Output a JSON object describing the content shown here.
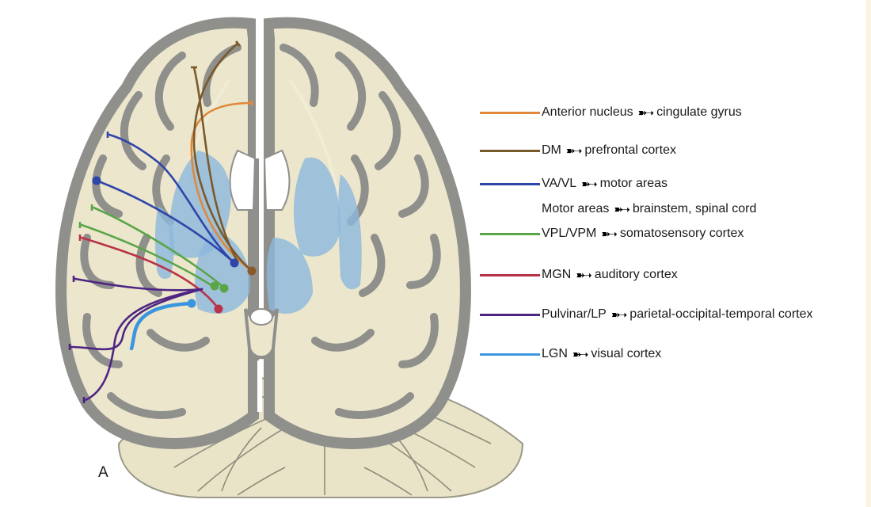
{
  "panel_label": "A",
  "arrow_symbol": "➽➝",
  "legend": [
    {
      "from": "Anterior nucleus",
      "to": "cingulate gyrus",
      "color": "#e0883a"
    },
    {
      "from": "DM",
      "to": "prefrontal cortex",
      "color": "#7a5a2a"
    },
    {
      "from": "VA/VL",
      "to": "motor areas",
      "color": "#2f45a8"
    },
    {
      "from": "Motor areas",
      "to": "brainstem, spinal cord",
      "color": ""
    },
    {
      "from": "VPL/VPM",
      "to": "somatosensory cortex",
      "color": "#5aa548"
    },
    {
      "from": "MGN",
      "to": "auditory cortex",
      "color": "#b83248"
    },
    {
      "from": "Pulvinar/LP",
      "to": "parietal-occipital-temporal cortex",
      "color": "#4e2582"
    },
    {
      "from": "LGN",
      "to": "visual cortex",
      "color": "#3a95df"
    }
  ],
  "colors": {
    "white_matter": "#ebe6cc",
    "gray_matter": "#8f8f8c",
    "thalamus_overlay": "#8cb8dd",
    "cerebellum": "#e9e4c8"
  }
}
